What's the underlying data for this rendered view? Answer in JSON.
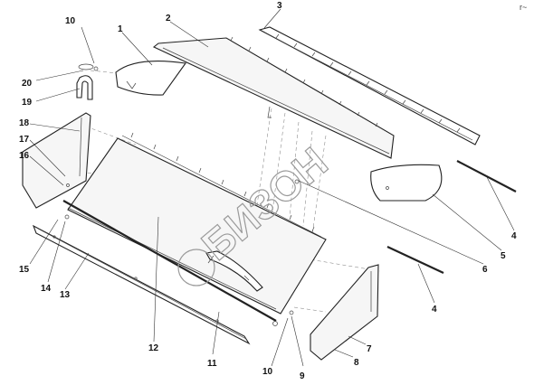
{
  "diagram": {
    "callouts": [
      {
        "id": "c1",
        "label": "1"
      },
      {
        "id": "c2",
        "label": "2"
      },
      {
        "id": "c3",
        "label": "3"
      },
      {
        "id": "c4a",
        "label": "4"
      },
      {
        "id": "c4b",
        "label": "4"
      },
      {
        "id": "c5",
        "label": "5"
      },
      {
        "id": "c6",
        "label": "6"
      },
      {
        "id": "c7",
        "label": "7"
      },
      {
        "id": "c8",
        "label": "8"
      },
      {
        "id": "c9",
        "label": "9"
      },
      {
        "id": "c10a",
        "label": "10"
      },
      {
        "id": "c10b",
        "label": "10"
      },
      {
        "id": "c11",
        "label": "11"
      },
      {
        "id": "c12",
        "label": "12"
      },
      {
        "id": "c13",
        "label": "13"
      },
      {
        "id": "c14",
        "label": "14"
      },
      {
        "id": "c15",
        "label": "15"
      },
      {
        "id": "c16",
        "label": "16"
      },
      {
        "id": "c17",
        "label": "17"
      },
      {
        "id": "c18",
        "label": "18"
      },
      {
        "id": "c19",
        "label": "19"
      },
      {
        "id": "c20",
        "label": "20"
      }
    ],
    "watermark": "БИЗОН",
    "corner_mark": "r~",
    "colors": {
      "line": "#222222",
      "watermark": "#9a9a9a",
      "background": "#ffffff"
    }
  }
}
